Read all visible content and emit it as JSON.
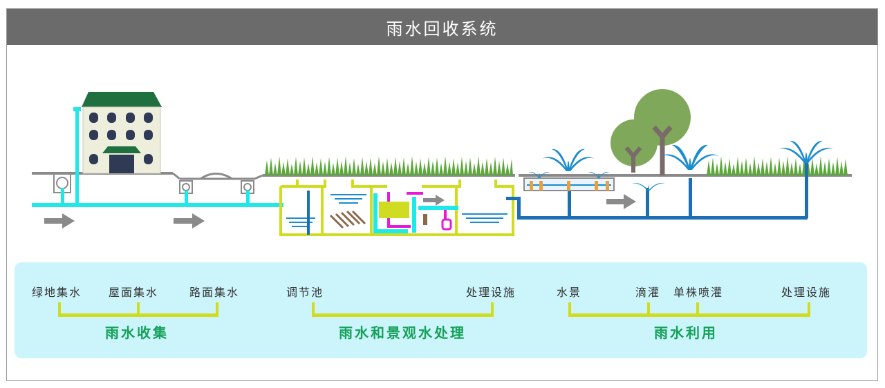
{
  "title": "雨水回收系统",
  "labels": {
    "green_collect": "绿地集水",
    "roof_collect": "屋面集水",
    "road_collect": "路面集水",
    "regulating_pool": "调节池",
    "treatment_1": "处理设施",
    "water_feature": "水景",
    "drip_irrigation": "滴灌",
    "single_sprinkler": "单株喷灌",
    "treatment_2": "处理设施"
  },
  "groups": {
    "collection": "雨水收集",
    "treatment": "雨水和景观水处理",
    "utilization": "雨水利用"
  },
  "colors": {
    "pipe_cyan": "#1fe8ea",
    "pipe_blue": "#1a6fb5",
    "tank_yellow": "#cfdc22",
    "magenta": "#e619d6",
    "grass": "#5ca83a",
    "bracket": "#cfdc22",
    "group_text": "#16a05a",
    "panel_bg": "#ccf5fb"
  }
}
